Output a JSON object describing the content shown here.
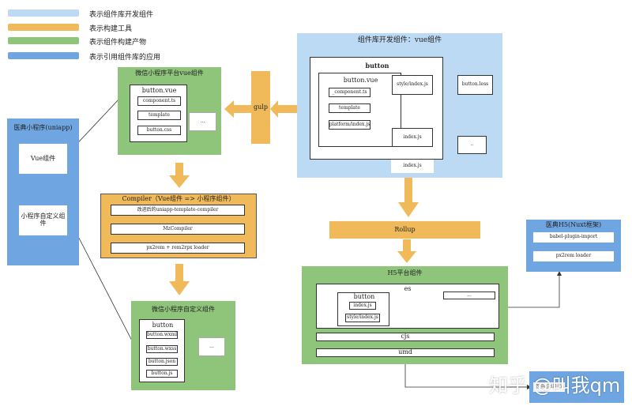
{
  "legend": [
    {
      "label": "表示组件库开发组件",
      "color": "#bcdaf4"
    },
    {
      "label": "表示构建工具",
      "color": "#f0b95a"
    },
    {
      "label": "表示组件构建产物",
      "color": "#8fc47b"
    },
    {
      "label": "表示引用组件库的应用",
      "color": "#6fa5e0"
    }
  ],
  "dev": {
    "title": "组件库开发组件：vue组件",
    "button_title": "button",
    "button_vue": "button.vue",
    "component_ts": "_component.ts",
    "template": "template",
    "platform": "platform/index.js",
    "style_index": "style/index.js",
    "button_less": "button.less",
    "index_js_inner": "index.js",
    "index_js_outer": "index.js",
    "ellipsis": ".."
  },
  "gulp": "gulp",
  "rollup": "Rollup",
  "wechat_vue": {
    "title": "微信小程序平台vue组件",
    "button_vue": "button.vue",
    "component_ts": "component.ts",
    "template": "template",
    "button_css": "button.css",
    "ellipsis": "..."
  },
  "uniapp_app": {
    "title": "医典小程序(uniapp)",
    "vue_component": "Vue组件",
    "custom_component": "小程序自定义组件"
  },
  "compiler": {
    "title": "Compiler（Vue组件 => 小程序组件）",
    "items": [
      "改进后的uniapp-template-compiler",
      "MzCompiler",
      "px2rem + rem2rpx loader"
    ]
  },
  "wechat_custom": {
    "title": "微信小程序自定义组件",
    "button": "button",
    "files": [
      "button.wxml",
      "button.wxss",
      "button.json",
      "button.js"
    ],
    "ellipsis": "..."
  },
  "h5": {
    "title": "H5平台组件",
    "es": "es",
    "button": "button",
    "index_js": "index.js",
    "style_index": "style/index.js",
    "es_ellipsis": "...",
    "cjs": "cjs",
    "umd": "umd"
  },
  "h5_app": {
    "title": "医典H5(Nuxt框架)",
    "items": [
      "babel-plugin-import",
      "px2rem loader"
    ]
  },
  "bottom_app": {
    "label": "医典企业H5"
  },
  "watermark": "知乎 @叫我qm"
}
